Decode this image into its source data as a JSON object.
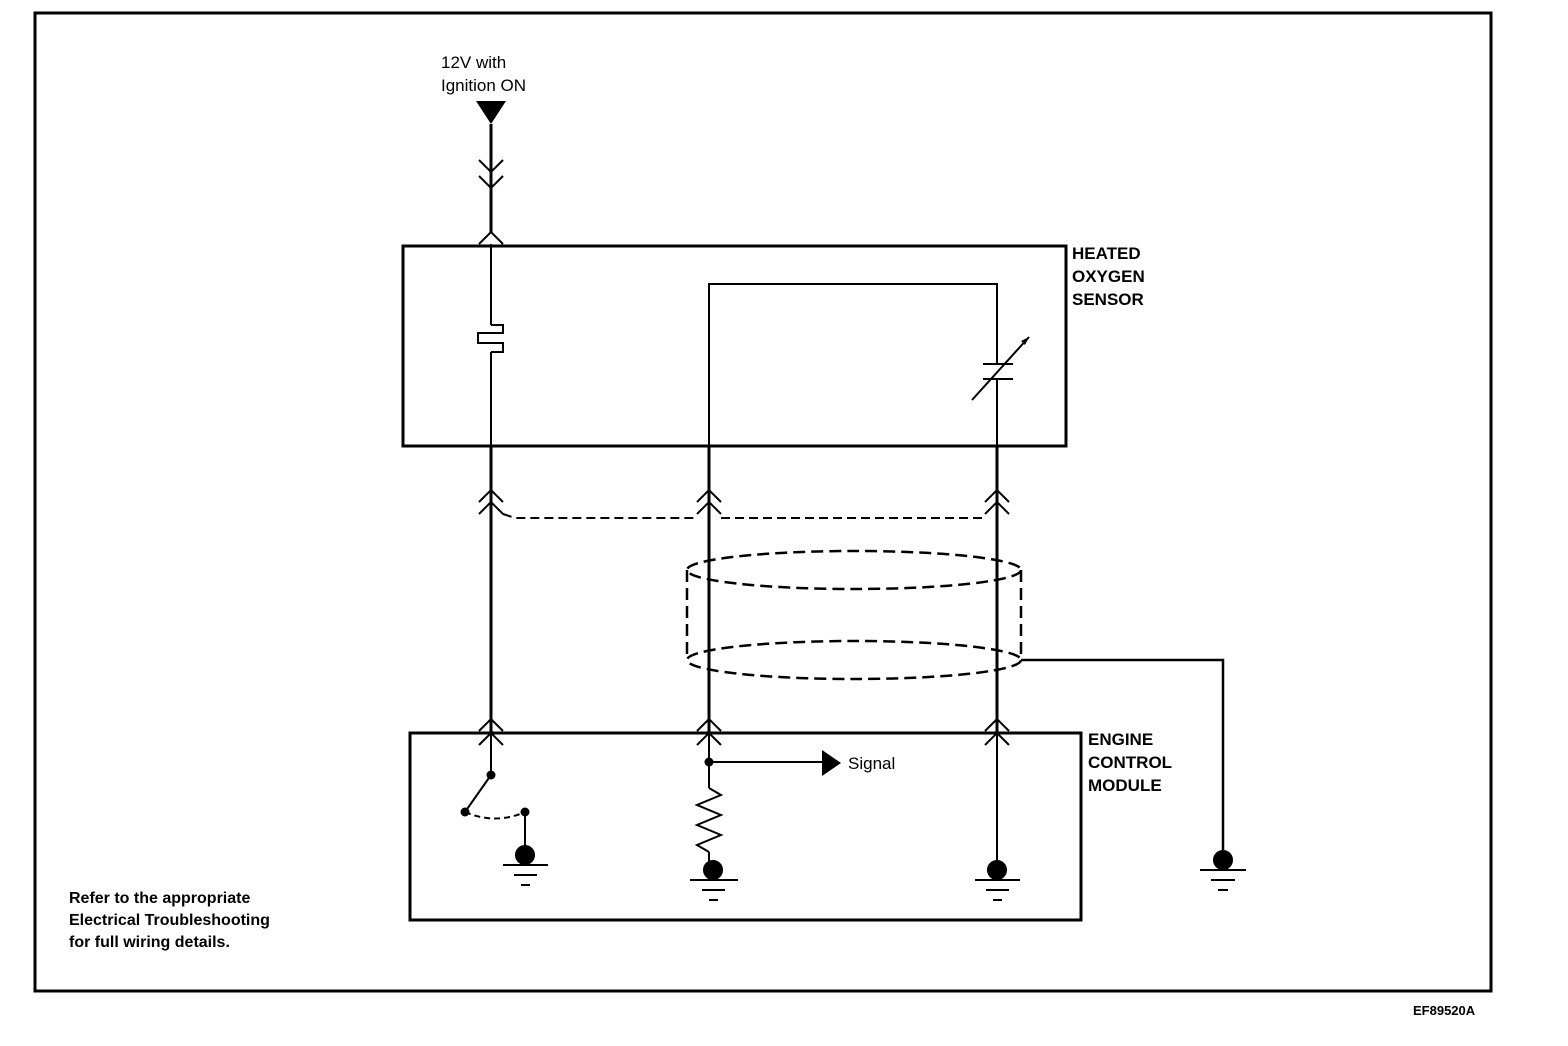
{
  "supply": {
    "line1": "12V with",
    "line2": "Ignition ON"
  },
  "components": {
    "sensor": {
      "line1": "HEATED",
      "line2": "OXYGEN",
      "line3": "SENSOR"
    },
    "ecm": {
      "line1": "ENGINE",
      "line2": "CONTROL",
      "line3": "MODULE"
    }
  },
  "signal_label": "Signal",
  "note": {
    "line1": "Refer to the appropriate",
    "line2": "Electrical Troubleshooting",
    "line3": "for full wiring details."
  },
  "figure_code": "EF89520A",
  "colors": {
    "ink": "#000000",
    "background": "#ffffff"
  }
}
